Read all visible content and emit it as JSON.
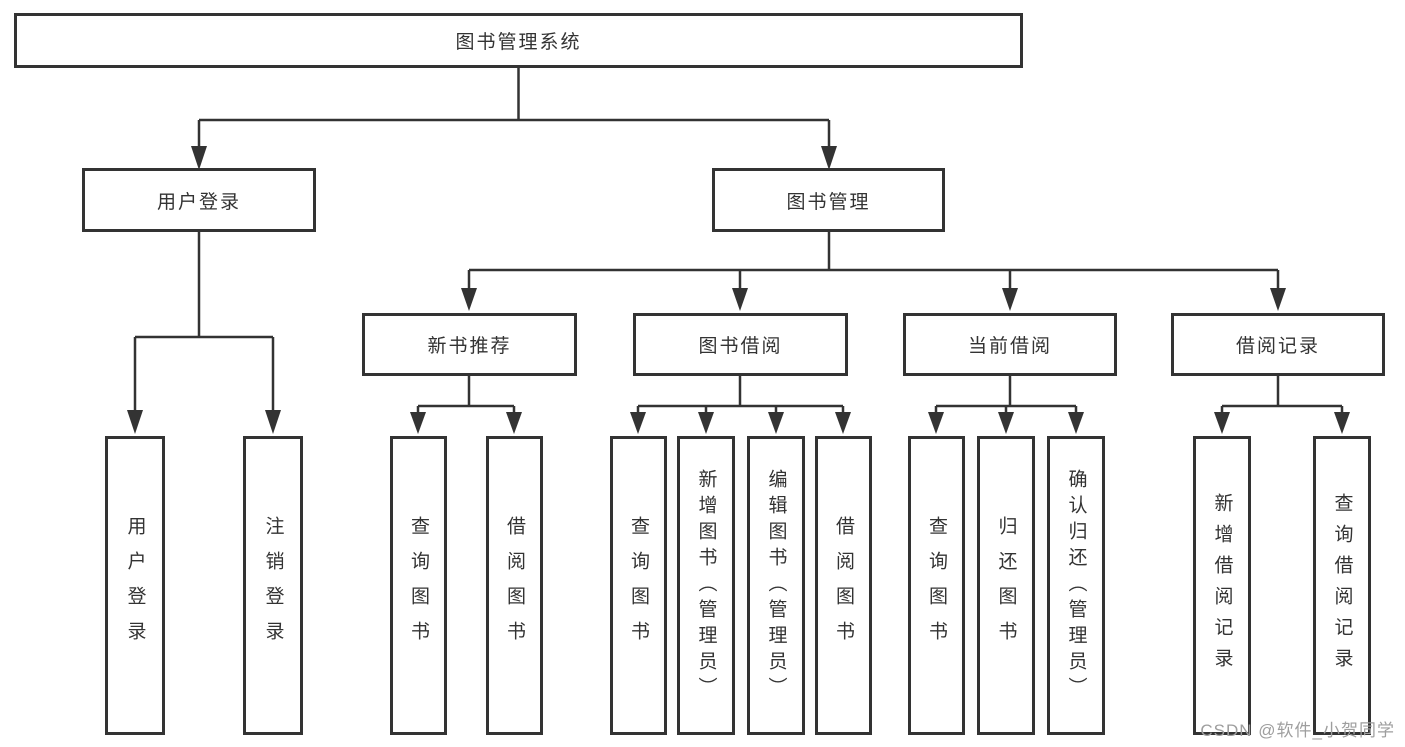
{
  "colors": {
    "line": "#333333",
    "box_border": "#333333",
    "text": "#333333",
    "background": "#ffffff",
    "watermark_text_color": "#9e9e9e"
  },
  "tree": {
    "root": {
      "label": "图书管理系统"
    },
    "branches": [
      {
        "label": "用户登录",
        "children": [
          {
            "label": "用户登录"
          },
          {
            "label": "注销登录"
          }
        ]
      },
      {
        "label": "图书管理",
        "children": [
          {
            "label": "新书推荐",
            "children": [
              {
                "label": "查询图书"
              },
              {
                "label": "借阅图书"
              }
            ]
          },
          {
            "label": "图书借阅",
            "children": [
              {
                "label": "查询图书"
              },
              {
                "label": "新增图书（管理员）"
              },
              {
                "label": "编辑图书（管理员）"
              },
              {
                "label": "借阅图书"
              }
            ]
          },
          {
            "label": "当前借阅",
            "children": [
              {
                "label": "查询图书"
              },
              {
                "label": "归还图书"
              },
              {
                "label": "确认归还（管理员）"
              }
            ]
          },
          {
            "label": "借阅记录",
            "children": [
              {
                "label": "新增借阅记录"
              },
              {
                "label": "查询借阅记录"
              }
            ]
          }
        ]
      }
    ]
  },
  "watermark": {
    "text": "CSDN @软件_小贺同学"
  }
}
